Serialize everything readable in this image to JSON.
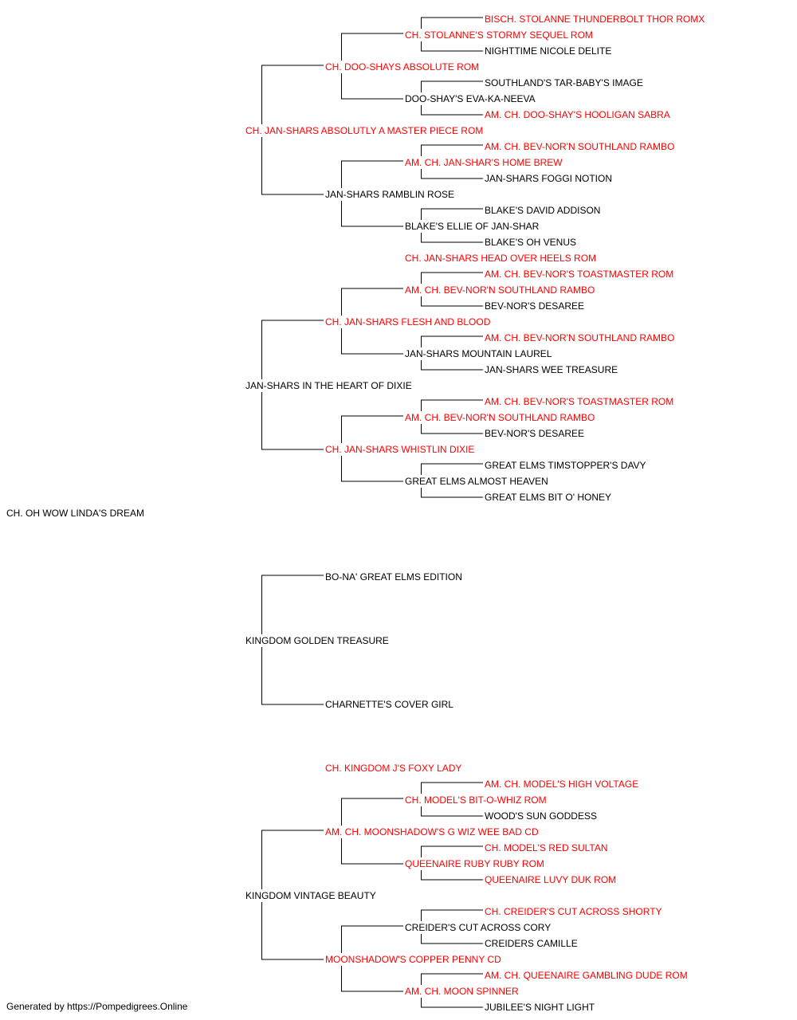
{
  "colors": {
    "champion": "#ff0000",
    "normal": "#000000",
    "line": "#000000"
  },
  "footer": "Generated by https://Pompedigrees.Online",
  "pedigree": {
    "dog": {
      "name": "CH. OH WOW LINDA'S DREAM",
      "champion": false
    },
    "sire": {
      "name": "CH. JAN-SHARS HEAD OVER HEELS ROM",
      "champion": true
    },
    "dam": {
      "name": "CH. KINGDOM J'S FOXY LADY",
      "champion": true
    },
    "ss": {
      "name": "CH. JAN-SHARS ABSOLUTLY A MASTER PIECE ROM",
      "champion": true
    },
    "sd": {
      "name": "JAN-SHARS IN THE HEART OF DIXIE",
      "champion": false
    },
    "ds": {
      "name": "KINGDOM GOLDEN TREASURE",
      "champion": false
    },
    "dd": {
      "name": "KINGDOM VINTAGE BEAUTY",
      "champion": false
    },
    "sss": {
      "name": "CH. DOO-SHAYS ABSOLUTE ROM",
      "champion": true
    },
    "ssd": {
      "name": "JAN-SHARS RAMBLIN ROSE",
      "champion": false
    },
    "sds": {
      "name": "CH. JAN-SHARS FLESH AND BLOOD",
      "champion": true
    },
    "sdd": {
      "name": "CH. JAN-SHARS WHISTLIN DIXIE",
      "champion": true
    },
    "dss": {
      "name": "BO-NA' GREAT ELMS EDITION",
      "champion": false
    },
    "dsd": {
      "name": "CHARNETTE'S COVER GIRL",
      "champion": false
    },
    "dds": {
      "name": "AM. CH. MOONSHADOW'S G WIZ WEE BAD CD",
      "champion": true
    },
    "ddd": {
      "name": "MOONSHADOW'S COPPER PENNY CD",
      "champion": true
    },
    "ssss": {
      "name": "CH. STOLANNE'S STORMY SEQUEL ROM",
      "champion": true
    },
    "sssd": {
      "name": "DOO-SHAY'S EVA-KA-NEEVA",
      "champion": false
    },
    "ssds": {
      "name": "AM. CH. JAN-SHAR'S HOME BREW",
      "champion": true
    },
    "ssdd": {
      "name": "BLAKE'S ELLIE OF JAN-SHAR",
      "champion": false
    },
    "sdss": {
      "name": "AM. CH. BEV-NOR'N SOUTHLAND RAMBO",
      "champion": true
    },
    "sdsd": {
      "name": "JAN-SHARS MOUNTAIN LAUREL",
      "champion": false
    },
    "sdds": {
      "name": "AM. CH. BEV-NOR'N SOUTHLAND RAMBO",
      "champion": true
    },
    "sddd": {
      "name": "GREAT ELMS ALMOST HEAVEN",
      "champion": false
    },
    "ddss": {
      "name": "CH. MODEL'S BIT-O-WHIZ ROM",
      "champion": true
    },
    "ddsd": {
      "name": "QUEENAIRE RUBY RUBY ROM",
      "champion": true
    },
    "ddds": {
      "name": "CREIDER'S CUT ACROSS CORY",
      "champion": false
    },
    "dddd": {
      "name": "AM. CH. MOON SPINNER",
      "champion": true
    },
    "sssss": {
      "name": "BISCH. STOLANNE THUNDERBOLT THOR ROMX",
      "champion": true
    },
    "ssssd": {
      "name": "NIGHTTIME NICOLE DELITE",
      "champion": false
    },
    "sssds": {
      "name": "SOUTHLAND'S TAR-BABY'S IMAGE",
      "champion": false
    },
    "sssdd": {
      "name": "AM. CH. DOO-SHAY'S HOOLIGAN SABRA",
      "champion": true
    },
    "ssdss": {
      "name": "AM. CH. BEV-NOR'N SOUTHLAND RAMBO",
      "champion": true
    },
    "ssdsd": {
      "name": "JAN-SHARS FOGGI NOTION",
      "champion": false
    },
    "ssdds": {
      "name": "BLAKE'S DAVID ADDISON",
      "champion": false
    },
    "ssddd": {
      "name": "BLAKE'S OH VENUS",
      "champion": false
    },
    "sdsss": {
      "name": "AM. CH. BEV-NOR'S TOASTMASTER ROM",
      "champion": true
    },
    "sdssd": {
      "name": "BEV-NOR'S DESAREE",
      "champion": false
    },
    "sdsds": {
      "name": "AM. CH. BEV-NOR'N SOUTHLAND RAMBO",
      "champion": true
    },
    "sdsdd": {
      "name": "JAN-SHARS WEE TREASURE",
      "champion": false
    },
    "sddss": {
      "name": "AM. CH. BEV-NOR'S TOASTMASTER ROM",
      "champion": true
    },
    "sddsd": {
      "name": "BEV-NOR'S DESAREE",
      "champion": false
    },
    "sddds": {
      "name": "GREAT ELMS TIMSTOPPER'S DAVY",
      "champion": false
    },
    "sdddd": {
      "name": "GREAT ELMS BIT O' HONEY",
      "champion": false
    },
    "ddsss": {
      "name": "AM. CH. MODEL'S HIGH VOLTAGE",
      "champion": true
    },
    "ddssd": {
      "name": "WOOD'S SUN GODDESS",
      "champion": false
    },
    "ddsds": {
      "name": "CH. MODEL'S RED SULTAN",
      "champion": true
    },
    "ddsdd": {
      "name": "QUEENAIRE LUVY DUK ROM",
      "champion": true
    },
    "dddss": {
      "name": "CH. CREIDER'S CUT ACROSS SHORTY",
      "champion": true
    },
    "dddsd": {
      "name": "CREIDERS CAMILLE",
      "champion": false
    },
    "dddds": {
      "name": "AM. CH. QUEENAIRE GAMBLING DUDE ROM",
      "champion": true
    },
    "ddddd": {
      "name": "JUBILEE'S NIGHT LIGHT",
      "champion": false
    }
  }
}
